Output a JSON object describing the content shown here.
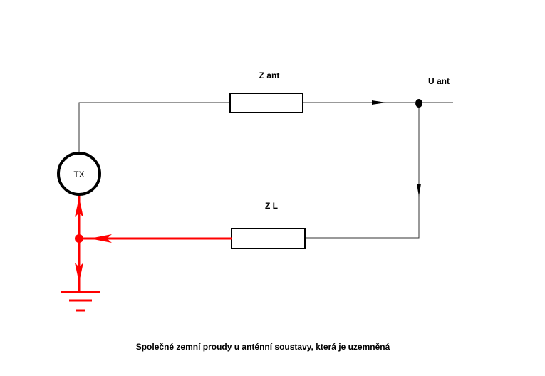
{
  "labels": {
    "z_ant": "Z ant",
    "u_ant": "U ant",
    "z_l": "Z L",
    "tx": "TX"
  },
  "caption": "Společné zemní proudy u anténní soustavy, která je uzemněná",
  "colors": {
    "wire": "#333333",
    "ground_current": "#ff0000",
    "outline": "#000000"
  }
}
